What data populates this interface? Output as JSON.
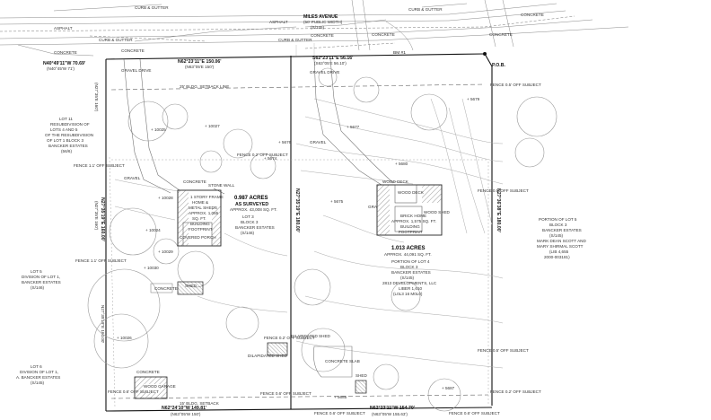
{
  "road": {
    "name": "MILES AVENUE",
    "row": "(50' PUBLIC WIDTH)",
    "ref": "(S/145)"
  },
  "bearings": {
    "north_1": "N62°23'11\"E 150.06'",
    "north_1_rec": "(N63°05'E 150')",
    "north_2": "S62°23'11\"E 56.16'",
    "north_2_rec": "(S63°05'E 56.10')",
    "south_1": "N62°24'10\"W 149.81'",
    "south_1_rec": "(N63°05'W 150')",
    "south_2": "N62°23'11\"W 154.70'",
    "south_2_rec": "(N63°05'W 155.63')",
    "west_top": "N40°49'11\"W 70.69'",
    "west_top_rec": "(N40°45'W 71')",
    "west_side": "N27°35'19\"E 160.00'",
    "west_side_rec": "(N27°35'E 160')",
    "middle": "N27°35'19\"E 180.00'",
    "east_side": "N27°36'38\"E 180.00'"
  },
  "pob": "P.O.B.",
  "parcels": {
    "lot3": {
      "acres": "0.987 ACRES",
      "surveyed": "AS SURVEYED",
      "sqft": "APPROX. 43,008 SQ. FT.",
      "lot": "LOT 3",
      "block": "BLOCK 3",
      "subdivision": "BANCKER ESTATES",
      "ref": "(S/146)"
    },
    "lot4": {
      "acres": "1.013 ACRES",
      "sqft": "APPROX. 44,091 SQ. FT.",
      "portion": "PORTION OF LOT 4",
      "block": "BLOCK 3",
      "subdivision": "BANCKER ESTATES",
      "ref": "(S/145)",
      "owner": "2813 DEVELOPMENTS, LLC",
      "liber": "LIBER 1,610",
      "page": "(L0L3 16 M0L0)"
    }
  },
  "houses": {
    "west": {
      "title": "1 STORY FRAME",
      "line2": "HOME &",
      "line3": "METAL SHEDS",
      "line4": "APPROX. 1,055",
      "line5": "SQ. FT.",
      "line6": "BUILDING",
      "line7": "FOOTPRINT"
    },
    "east": {
      "title": "BRICK HOME",
      "line2": "APPROX. 1,575 SQ. FT.",
      "line3": "BUILDING",
      "line4": "FOOTPRINT"
    }
  },
  "annotations": {
    "curb_gutter": "CURB & GUTTER",
    "asphalt": "ASPHALT",
    "concrete": "CONCRETE",
    "gravel": "GRAVEL",
    "gravel_drive": "GRAVEL DRIVE",
    "wood_deck": "WOOD DECK",
    "wood_shed": "WOOD SHED",
    "stone_wall": "STONE WALL",
    "fence": "FENCE 0.5' OFF SUBJECT",
    "fence_corner": "FENCE 0.2' OFF SUBJECT",
    "fence_west": "FENCE 1.1' OFF SUBJECT",
    "fence_bottom": "FENCE 0.6' OFF SUBJECT",
    "wood_garage": "WOOD GARAGE",
    "concrete_slab": "CONCRETE SLAB",
    "dilapidated_shed": "DILAPIDATED SHED",
    "shed": "SHED",
    "setback": "25' BLDG. SETBACK LINE",
    "setback_south": "15' BLDG. SETBACK",
    "covered_porch": "COVERED PORCH",
    "dilap_shed2": "DILAPIDATED SHED"
  },
  "adjoiners": {
    "west_top": {
      "l1": "LOT 11",
      "l2": "RESUBDIVISION OF",
      "l3": "LOTS 4 AND 5",
      "l4": "OF THE RESUBDIVISION",
      "l5": "OF LOT 1 BLOCK 3",
      "l6": "BANCKER ESTATES",
      "l7": "(56/6)"
    },
    "west_mid": {
      "l1": "LOT 5",
      "l2": "DIVISION OF LOT 1,",
      "l3": "BANCKER ESTATES",
      "l4": "(S/146)"
    },
    "west_bot": {
      "l1": "LOT 6",
      "l2": "DIVISION OF LOT 1,",
      "l3": "A. BANCKER ESTATES",
      "l4": "(S/145)"
    },
    "east": {
      "l1": "PORTION OF LOT 5",
      "l2": "BLOCK 3",
      "l3": "BANCKER ESTATES",
      "l4": "(S/145)",
      "l5": "MARK DEAN SCOTT AND",
      "l6": "MARY SHIRMAL SCOTT",
      "l7": "(LIB 4,655",
      "l8": "2000-003181)"
    }
  },
  "elevations": {
    "e1": "+ 10025",
    "e2": "+ 10027",
    "e3": "+ 10028",
    "e4": "+ 10024",
    "e5": "+ 10029",
    "e6": "+ 10030",
    "e7": "+ 10026",
    "e8": "+ 5676",
    "e9": "+ 5675",
    "e10": "+ 5677",
    "e11": "+ 5674",
    "e12": "+ 5679",
    "e13": "+ 5685",
    "e14": "+ 5687",
    "e15": "+ 5680"
  },
  "road_top": {
    "curb_gutter_left": "CURB & GUTTER",
    "curb_gutter_right": "CURB & GUTTER",
    "concrete_right": "CONCRETE",
    "asphalt_left": "ASPHALT",
    "asphalt_right": "ASPHALT",
    "bm": "BM #1"
  },
  "colors": {
    "ink": "#222222",
    "light_ink": "#9a9a9a",
    "hatch": "#555555",
    "paper": "#ffffff"
  }
}
